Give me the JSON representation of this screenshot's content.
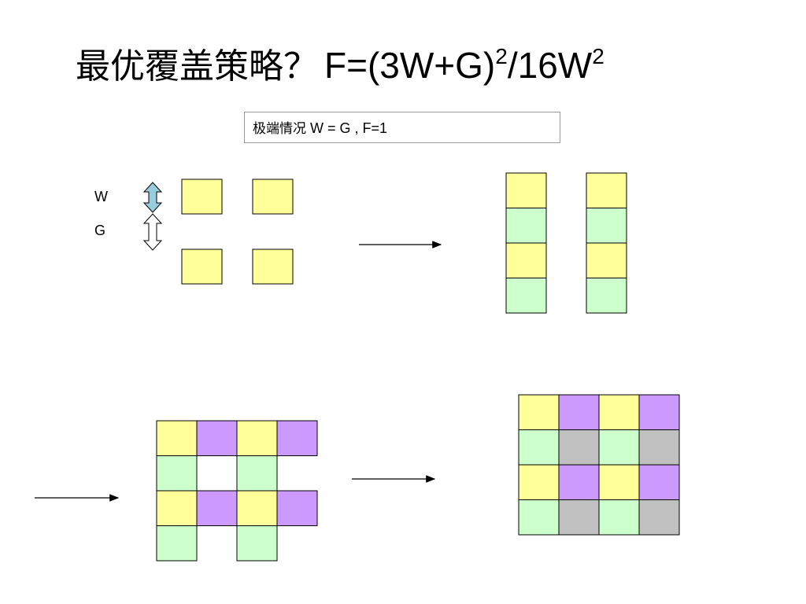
{
  "title": {
    "chinese": "最优覆盖策略？",
    "formula_main": "F=(3W+G)",
    "formula_exp1": "2",
    "formula_div": "/16W",
    "formula_exp2": "2"
  },
  "note": {
    "chinese": "极端情况",
    "formula": " W = G , F=1"
  },
  "labels": {
    "w": "W",
    "g": "G"
  },
  "colors": {
    "yellow": "#ffff99",
    "green": "#ccffcc",
    "purple": "#cc99ff",
    "gray": "#c0c0c0",
    "arrow_fill": "#99ccdd",
    "stroke": "#000000"
  },
  "diagrams": [
    {
      "name": "single-blocks",
      "cols": 2,
      "rows": 2,
      "colors": [
        "yellow",
        "yellow",
        "yellow",
        "yellow"
      ],
      "gapped": true
    },
    {
      "name": "vertical-stacks",
      "cols": 2,
      "rows": 4,
      "colors": [
        "yellow",
        "yellow",
        "green",
        "green",
        "yellow",
        "yellow",
        "green",
        "green"
      ]
    },
    {
      "name": "partial-grid",
      "cols": 4,
      "rows": 4,
      "colors": [
        "yellow",
        "purple",
        "yellow",
        "purple",
        "green",
        "none",
        "green",
        "none",
        "yellow",
        "purple",
        "yellow",
        "purple",
        "green",
        "none",
        "green",
        "none"
      ]
    },
    {
      "name": "full-grid",
      "cols": 4,
      "rows": 4,
      "colors": [
        "yellow",
        "purple",
        "yellow",
        "purple",
        "green",
        "gray",
        "green",
        "gray",
        "yellow",
        "purple",
        "yellow",
        "purple",
        "green",
        "gray",
        "green",
        "gray"
      ]
    }
  ]
}
